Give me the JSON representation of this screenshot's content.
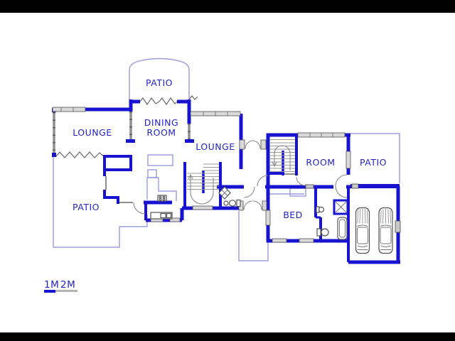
{
  "title": "House floor plan drawing",
  "colors": {
    "wall": "#1713d0",
    "text": "#2323c8",
    "thin": "#9b9bdd",
    "graywall": "#8f8f8f",
    "window_fill": "#d9d9d9",
    "fixture": "#555555",
    "letterbox": "#000000",
    "background": "#ffffff",
    "scale_bar_secondary": "#b5b5b5"
  },
  "labels": {
    "patio_top": "PATIO",
    "dining_line1": "DINING",
    "dining_line2": "ROOM",
    "lounge_left": "LOUNGE",
    "lounge_center": "LOUNGE",
    "room_upper": "ROOM",
    "patio_right": "PATIO",
    "bedroom": "BED",
    "patio_lower_left": "PATIO"
  },
  "scale_indicator": {
    "mark_1m": "1M",
    "mark_2m": "2M"
  },
  "icons": {
    "staircase-icon": "stair treads with walk line and arrow",
    "double-door-icon": "paired quarter-circle door swings",
    "door-swing-icon": "quarter-circle door swing",
    "shower-icon": "square / diamond with X",
    "toilet-icon": "bowl ellipse with cistern",
    "basin-icon": "small circle on stand",
    "bathtub-icon": "rounded rectangle tub",
    "stove-icon": "hob with four burners",
    "sink-icon": "double-basin counter inset",
    "car-icon": "top view car outline",
    "fireplace-icon": "thick outlined rectangle",
    "window-icon": "gray filled wall segment with ticks",
    "scale-bar-icon": "underline bars for 1M / 2M"
  }
}
